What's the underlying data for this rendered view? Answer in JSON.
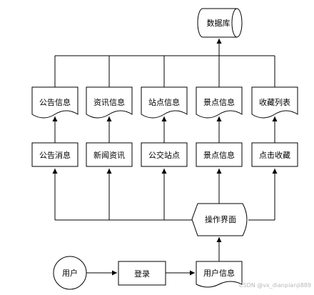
{
  "diagram": {
    "database": "数据库",
    "stores": [
      "公告信息",
      "资讯信息",
      "站点信息",
      "景点信息",
      "收藏列表"
    ],
    "modules": [
      "公告消息",
      "新闻资讯",
      "公交站点",
      "景点信息",
      "点击收藏"
    ],
    "interface": "操作界面",
    "user": "用户",
    "login": "登录",
    "user_info": "用户信息"
  },
  "watermark": "CSDN @vx_dianpianji889"
}
